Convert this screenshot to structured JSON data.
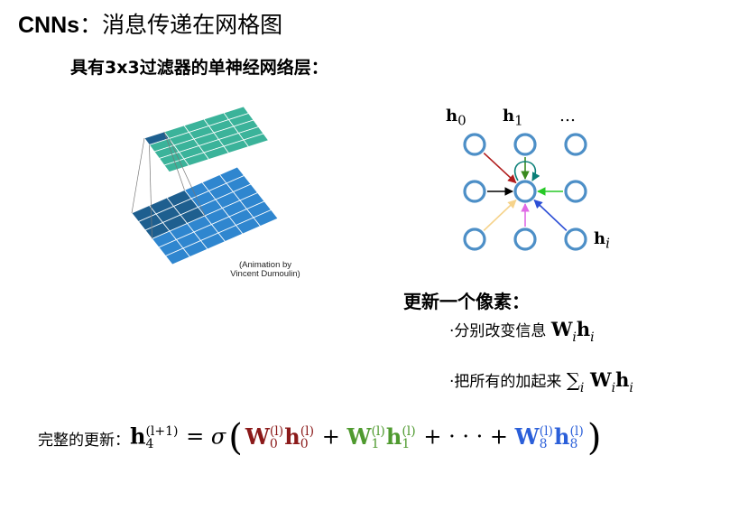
{
  "title": {
    "prefix": "CNNs",
    "rest": "：消息传递在网格图"
  },
  "subtitle": "具有3x3过滤器的单神经网络层：",
  "figure": {
    "credit_line1": "(Animation by",
    "credit_line2": "Vincent Dumoulin)",
    "colors": {
      "top_grid": "#3bb39a",
      "bottom_grid": "#2f86cf",
      "highlight": "#1e5f8f"
    }
  },
  "graph": {
    "label_h0_base": "h",
    "label_h0_sub": "0",
    "label_h1_base": "h",
    "label_h1_sub": "1",
    "label_dots": "…",
    "label_hi_base": "h",
    "label_hi_sub": "i",
    "node_color": "#4d8fc7",
    "arrow_colors": [
      "#b01c1c",
      "#3a8a1f",
      "#0a7f78",
      "#000000",
      "#26c926",
      "#f6d38b",
      "#e06ae6",
      "#2d4fd6"
    ]
  },
  "update": {
    "title": "更新一个像素：",
    "bullet1_text": "·分别改变信息",
    "bullet1_W": "W",
    "bullet1_i": "i",
    "bullet1_h": "h",
    "bullet1_i2": "i",
    "bullet2_text": "·把所有的加起来",
    "bullet2_sum": "∑",
    "bullet2_i": "i",
    "bullet2_W": "W",
    "bullet2_i2": "i",
    "bullet2_h": "h",
    "bullet2_i3": "i"
  },
  "full_update": {
    "label": "完整的更新：",
    "lhs_h": "h",
    "lhs_sup": "(l+1)",
    "lhs_sub": "4",
    "equals": "=",
    "sigma": "σ",
    "open_paren": "(",
    "close_paren": ")",
    "t0_W": "W",
    "t0_sup": "(l)",
    "t0_sub": "0",
    "t0_h": "h",
    "t0_hsup": "(l)",
    "t0_hsub": "0",
    "plus1": "+",
    "t1_W": "W",
    "t1_sup": "(l)",
    "t1_sub": "1",
    "t1_h": "h",
    "t1_hsup": "(l)",
    "t1_hsub": "1",
    "plus2": "+",
    "cdots": "· · ·",
    "plus3": "+",
    "t8_W": "W",
    "t8_sup": "(l)",
    "t8_sub": "8",
    "t8_h": "h",
    "t8_hsup": "(l)",
    "t8_hsub": "8"
  }
}
